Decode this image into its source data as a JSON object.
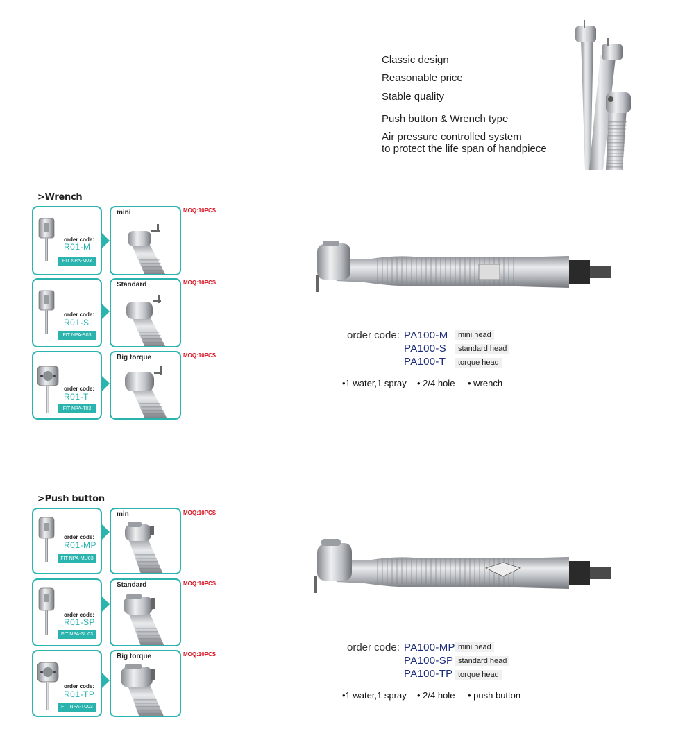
{
  "features": [
    "Classic design",
    "Reasonable price",
    "Stable quality",
    "Push button & Wrench type",
    "Air pressure controlled system",
    "to protect the life span of handpiece"
  ],
  "sections": [
    {
      "title": ">Wrench",
      "rows": [
        {
          "order_label": "order code:",
          "code": "R01-M",
          "fit": "FIT NPA-M03",
          "head": "mini",
          "moq": "MOQ:10PCS"
        },
        {
          "order_label": "order code:",
          "code": "R01-S",
          "fit": "FIT NPA-S03",
          "head": "Standard",
          "moq": "MOQ:10PCS"
        },
        {
          "order_label": "order code:",
          "code": "R01-T",
          "fit": "FIT NPA-T03",
          "head": "Big torque",
          "moq": "MOQ:10PCS"
        }
      ],
      "order_code_label": "order code:",
      "codes": [
        {
          "code": "PA100-M",
          "tag": "mini head"
        },
        {
          "code": "PA100-S",
          "tag": "standard head"
        },
        {
          "code": "PA100-T",
          "tag": "torque head"
        }
      ],
      "specs": [
        "•1 water,1 spray",
        "• 2/4 hole",
        "• wrench"
      ]
    },
    {
      "title": ">Push button",
      "rows": [
        {
          "order_label": "order code:",
          "code": "R01-MP",
          "fit": "FIT NPA-MU03",
          "head": "min",
          "moq": "MOQ:10PCS"
        },
        {
          "order_label": "order code:",
          "code": "R01-SP",
          "fit": "FIT NPA-SU03",
          "head": "Standard",
          "moq": "MOQ:10PCS"
        },
        {
          "order_label": "order code:",
          "code": "R01-TP",
          "fit": "FIT NPA-TU03",
          "head": "Big torque",
          "moq": "MOQ:10PCS"
        }
      ],
      "order_code_label": "order code:",
      "codes": [
        {
          "code": "PA100-MP",
          "tag": "mini head"
        },
        {
          "code": "PA100-SP",
          "tag": "standard head"
        },
        {
          "code": "PA100-TP",
          "tag": "torque head"
        }
      ],
      "specs": [
        "•1 water,1 spray",
        "• 2/4 hole",
        "• push button"
      ]
    }
  ],
  "colors": {
    "teal": "#2bb3ae",
    "moq_red": "#d6111e",
    "code_blue": "#1e2d7a"
  }
}
